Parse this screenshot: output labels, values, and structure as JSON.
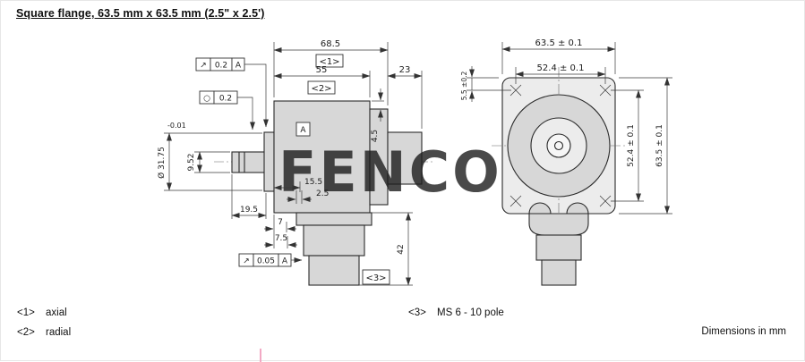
{
  "title": "Square flange, 63.5 mm x 63.5 mm (2.5\" x 2.5')",
  "watermark": "FENCO",
  "symbols": {
    "runout_icon": "↗",
    "circularity_icon": "○"
  },
  "side_view": {
    "dim_overall": "68.5",
    "dim_body": "55",
    "dim_rear": "23",
    "callout_axial": "<1>",
    "callout_radial": "<2>",
    "callout_connector": "<3>",
    "tol_axial_value": "0.2",
    "tol_axial_datum": "A",
    "tol_radial_value": "0.2",
    "tol_bottom_value": "0.05",
    "tol_bottom_datum": "A",
    "datum_label": "A",
    "dim_shaft_dia": "Ø 31.75",
    "dim_shaft_tol": "-0.01",
    "dim_9_52": "9.52",
    "dim_19_5": "19.5",
    "dim_15_5": "15.5",
    "dim_2_5": "2.5",
    "dim_7": "7",
    "dim_7_5": "7.5",
    "dim_4_5": "4.5",
    "dim_42": "42"
  },
  "front_view": {
    "dim_width": "63.5 ± 0.1",
    "dim_bolt_top": "52.4 ± 0.1",
    "dim_offset": "5.5 ±0.2",
    "dim_bolt_right": "52.4 ± 0.1",
    "dim_height": "63.5 ± 0.1"
  },
  "legend": {
    "axial_key": "<1>",
    "axial_label": "axial",
    "radial_key": "<2>",
    "radial_label": "radial",
    "connector_key": "<3>",
    "connector_label": "MS 6 - 10 pole",
    "units": "Dimensions in mm"
  }
}
